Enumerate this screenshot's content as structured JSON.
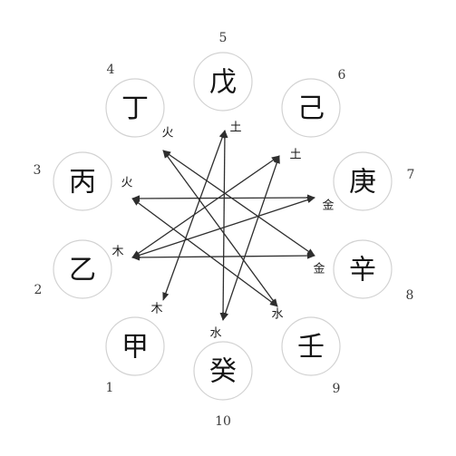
{
  "stems": [
    {
      "id": "jia",
      "char": "甲",
      "number": "1"
    },
    {
      "id": "yi",
      "char": "乙",
      "number": "2"
    },
    {
      "id": "bing",
      "char": "丙",
      "number": "3"
    },
    {
      "id": "ding",
      "char": "丁",
      "number": "4"
    },
    {
      "id": "wu",
      "char": "戊",
      "number": "5"
    },
    {
      "id": "ji",
      "char": "己",
      "number": "6"
    },
    {
      "id": "geng",
      "char": "庚",
      "number": "7"
    },
    {
      "id": "xin",
      "char": "辛",
      "number": "8"
    },
    {
      "id": "ren",
      "char": "壬",
      "number": "9"
    },
    {
      "id": "gui",
      "char": "癸",
      "number": "10"
    }
  ],
  "element_labels": [
    {
      "id": "huo-1",
      "text": "火"
    },
    {
      "id": "huo-2",
      "text": "火"
    },
    {
      "id": "tu-1",
      "text": "土"
    },
    {
      "id": "tu-2",
      "text": "土"
    },
    {
      "id": "jin-1",
      "text": "金"
    },
    {
      "id": "jin-2",
      "text": "金"
    },
    {
      "id": "mu-1",
      "text": "木"
    },
    {
      "id": "mu-2",
      "text": "木"
    },
    {
      "id": "shui-1",
      "text": "水"
    },
    {
      "id": "shui-2",
      "text": "水"
    }
  ],
  "arrows": [
    {
      "from": "mu-2",
      "to": "tu-1"
    },
    {
      "from": "mu-1",
      "to": "tu-2"
    },
    {
      "from": "shui-1",
      "to": "tu-1"
    },
    {
      "from": "shui-1",
      "to": "tu-2"
    },
    {
      "from": "huo-1",
      "to": "shui-2"
    },
    {
      "from": "huo-1",
      "to": "jin-2"
    },
    {
      "from": "huo-2",
      "to": "jin-1"
    },
    {
      "from": "huo-2",
      "to": "shui-2"
    },
    {
      "from": "jin-1",
      "to": "mu-1"
    },
    {
      "from": "jin-2",
      "to": "mu-1"
    }
  ],
  "colors": {
    "circle_stroke": "#d2d2d2",
    "line": "#2e2e2e",
    "text": "#141414"
  }
}
